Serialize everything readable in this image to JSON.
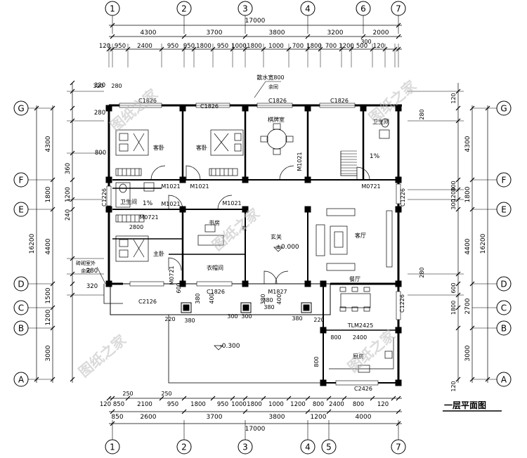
{
  "title": "一层平面图",
  "watermark": "图纸之家",
  "axes_x": [
    "1",
    "2",
    "3",
    "4",
    "6",
    "7"
  ],
  "axes_x_bottom": [
    "1",
    "2",
    "3",
    "4",
    "5",
    "7"
  ],
  "axes_y": [
    "G",
    "F",
    "E",
    "D",
    "C",
    "B",
    "A"
  ],
  "dims": {
    "top_total": "17000",
    "top_row1": [
      "4300",
      "3700",
      "3800",
      "3200",
      "2000"
    ],
    "top_row2": [
      "120",
      "950",
      "2400",
      "950",
      "950",
      "1800",
      "950",
      "1000",
      "1800",
      "1000",
      "700",
      "1800",
      "700",
      "1200",
      "500",
      "120"
    ],
    "top_extra": "300",
    "bottom_total": "17000",
    "bottom_row1": [
      "850",
      "2600",
      "3700",
      "3800",
      "1200",
      "4000"
    ],
    "bottom_row2": [
      "120",
      "850",
      "2100",
      "950",
      "1800",
      "950",
      "1000",
      "1800",
      "1000",
      "1200",
      "800",
      "2400",
      "800",
      "120"
    ],
    "bottom_small": [
      "250",
      "250"
    ],
    "left_outer": "16200",
    "left_mid": [
      "4300",
      "1800",
      "4400",
      "1500",
      "1200",
      "3000"
    ],
    "left_inner": [
      "320",
      "280",
      "800",
      "360",
      "1200",
      "240",
      "280",
      "320"
    ],
    "right_outer": "16200",
    "right_mid": [
      "4300",
      "1800",
      "4400",
      "2700",
      "3000"
    ],
    "right_inner": [
      "120",
      "280",
      "1200",
      "300",
      "300",
      "280",
      "600",
      "1800",
      "120"
    ],
    "interior": [
      "320",
      "280",
      "380",
      "400",
      "380",
      "380",
      "300",
      "300",
      "380",
      "380",
      "220",
      "220",
      "600",
      "2800",
      "380",
      "400",
      "800",
      "800",
      "2400"
    ]
  },
  "rooms": {
    "guest1": "客卧",
    "guest2": "客卧",
    "chess": "棋牌室",
    "wc_right": "卫生间",
    "wc_left": "卫生间",
    "study": "书房",
    "master": "主卧",
    "closet": "衣帽间",
    "foyer": "玄关",
    "foyer_level": "±0.000",
    "living": "客厅",
    "outdoor_level": "-0.300",
    "dining": "餐厅",
    "kitchen": "厨房"
  },
  "tags": {
    "c1826": [
      "C1826",
      "C1826",
      "C1826",
      "C1826",
      "C1826"
    ],
    "m1021": [
      "M1021",
      "M1021",
      "M1021",
      "M1021",
      "M1021"
    ],
    "m0721": [
      "M0721",
      "M0721",
      "M0721"
    ],
    "m1827": "M1827",
    "c1226": [
      "C1226",
      "C1226",
      "C1226"
    ],
    "c2126": "C2126",
    "c2426": "C2426",
    "tlm": "TLM2425",
    "slope": "1%",
    "slope2": "1%",
    "col_note": "柱",
    "leader_top": "散水宽800",
    "leader_top2": "余同",
    "leader_left": "砖砌室外",
    "leader_left2": "余同"
  }
}
